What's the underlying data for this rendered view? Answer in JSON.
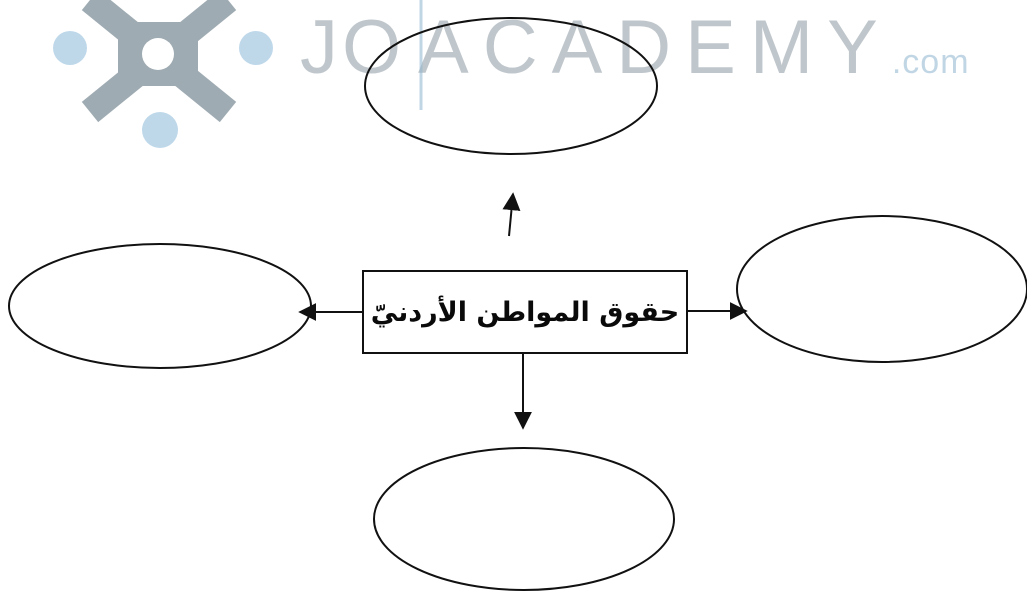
{
  "watermark": {
    "brand_jo": "JO",
    "brand_academy": "ACADEMY",
    "brand_tld": ".com",
    "logo_icon": "star-logo-icon",
    "colors": {
      "logo": "#7f8f99",
      "dots": "#a9cbe3",
      "text": "#8e9aa3"
    }
  },
  "diagram": {
    "center_label": "حقوق المواطن الأردنيّ",
    "nodes": [
      {
        "id": "top",
        "text": ""
      },
      {
        "id": "left",
        "text": ""
      },
      {
        "id": "right",
        "text": ""
      },
      {
        "id": "bottom",
        "text": ""
      }
    ],
    "colors": {
      "stroke": "#111111",
      "fill": "#ffffff"
    }
  }
}
